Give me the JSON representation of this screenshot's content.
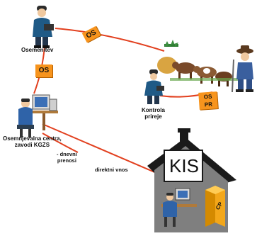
{
  "nodes": {
    "osemenitev": "Osemenitev",
    "kontrola": [
      "Kontrola",
      "prireje"
    ],
    "centra": [
      "Osemnjevalna  centra,",
      "zavodi KGZS"
    ],
    "kis": "KIS"
  },
  "tags": {
    "os_top": "OS",
    "os_left": "OS",
    "os_pr_1": "OS",
    "os_pr_2": "PR"
  },
  "edges": {
    "dnevni": [
      "- dnevni",
      "prenosi"
    ],
    "direktni": "direktni vnos"
  },
  "device": {
    "pc_label": "CP"
  },
  "colors": {
    "line": "#e2401f",
    "tag": "#f7941d",
    "roof": "#1a1a1a",
    "house": "#7f7f7f"
  }
}
